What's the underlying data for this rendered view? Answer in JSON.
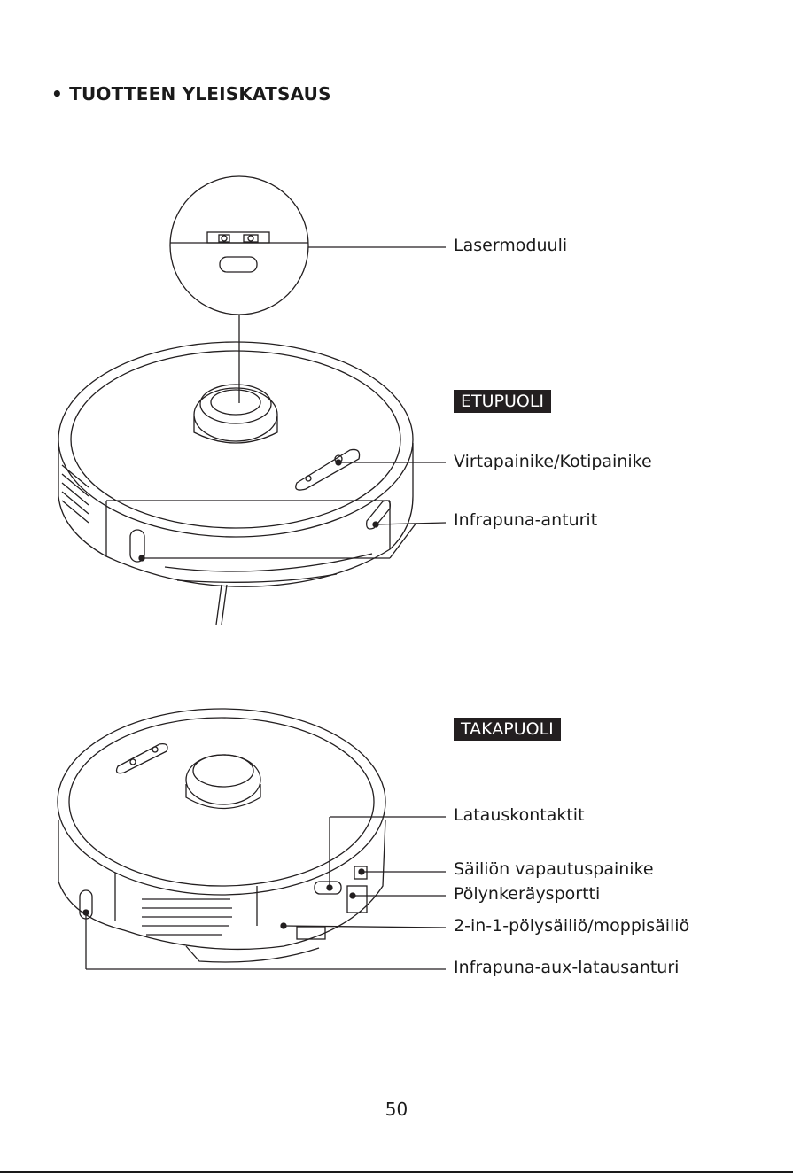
{
  "page": {
    "heading": "• TUOTTEEN YLEISKATSAUS",
    "page_number": "50"
  },
  "front": {
    "tag": "ETUPUOLI",
    "labels": {
      "laser": "Lasermoduuli",
      "power": "Virtapainike/Kotipainike",
      "infrared": "Infrapuna-anturit"
    }
  },
  "back": {
    "tag": "TAKAPUOLI",
    "labels": {
      "contacts": "Latauskontaktit",
      "release": "Säiliön vapautuspainike",
      "dust_port": "Pölynkeräysportti",
      "bin": "2-in-1-pölysäiliö/moppisäiliö",
      "aux_sensor": "Infrapuna-aux-latausanturi"
    }
  },
  "icons": [
    "robot-vacuum-front-illustration",
    "robot-vacuum-back-illustration",
    "laser-module-zoom-icon"
  ]
}
